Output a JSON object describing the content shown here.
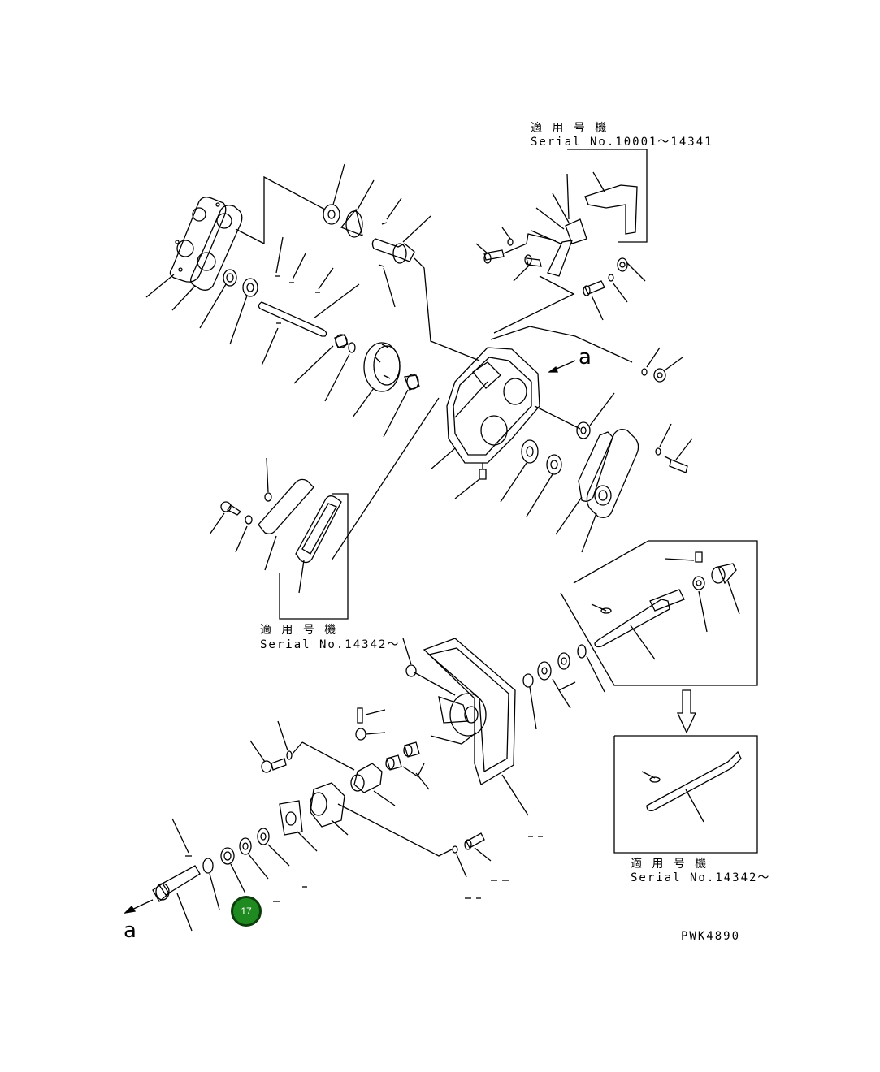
{
  "labels": {
    "serial_top_jp": "適 用 号 機",
    "serial_top_en": "Serial No.10001～14341",
    "serial_left_jp": "適 用 号 機",
    "serial_left_en": "Serial No.14342～",
    "serial_right_jp": "適 用 号 機",
    "serial_right_en": "Serial No.14342～",
    "arrow_a_top": "a",
    "arrow_a_bottom": "a",
    "drawing_code": "PWK4890"
  },
  "callout": {
    "number": "17",
    "color": "#1f8a1f"
  }
}
